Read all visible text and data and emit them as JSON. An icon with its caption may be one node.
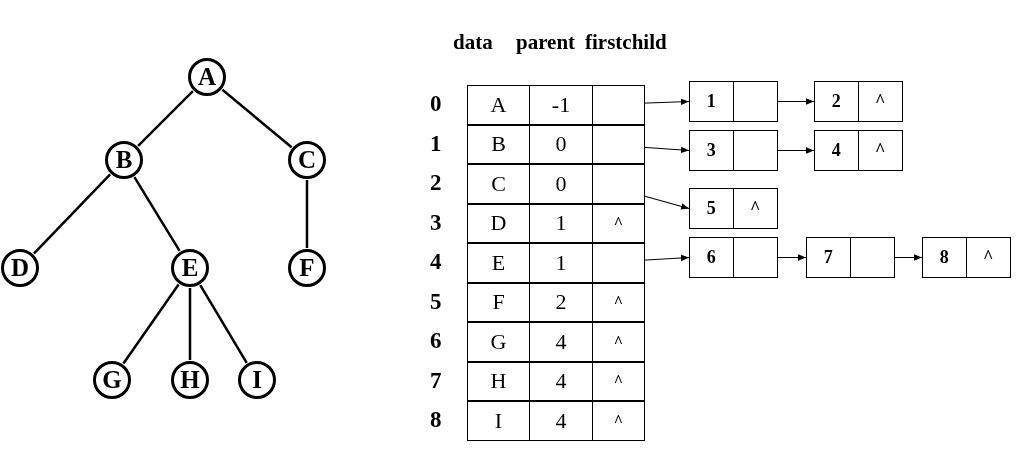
{
  "diagram": {
    "nodes": [
      {
        "text": [
          "A"
        ]
      },
      {
        "text": [
          "B"
        ]
      },
      {
        "text": [
          "C"
        ]
      },
      {
        "text": [
          "D"
        ]
      },
      {
        "text": [
          "E"
        ]
      },
      {
        "text": [
          "F"
        ]
      },
      {
        "text": [
          "G"
        ]
      },
      {
        "text": [
          "H"
        ]
      },
      {
        "text": [
          "I"
        ]
      },
      {
        "text": [
          "A",
          "-1"
        ],
        "beside": [
          "0"
        ]
      },
      {
        "text": [
          "B",
          "0"
        ],
        "beside": [
          "1"
        ]
      },
      {
        "text": [
          "C",
          "0"
        ],
        "beside": [
          "2"
        ]
      },
      {
        "text": [
          "D",
          "1",
          "^"
        ],
        "beside": [
          "3"
        ]
      },
      {
        "text": [
          "E",
          "1"
        ],
        "beside": [
          "4"
        ]
      },
      {
        "text": [
          "F",
          "2",
          "^"
        ],
        "beside": [
          "5"
        ]
      },
      {
        "text": [
          "G",
          "4",
          "^"
        ],
        "beside": [
          "6"
        ]
      },
      {
        "text": [
          "H",
          "4",
          "^"
        ],
        "beside": [
          "7"
        ]
      },
      {
        "text": [
          "I",
          "4",
          "^"
        ],
        "beside": [
          "8"
        ]
      },
      {
        "text": [
          "1"
        ]
      },
      {
        "text": [
          "2",
          "^"
        ]
      },
      {
        "text": [
          "3"
        ]
      },
      {
        "text": [
          "4",
          "^"
        ]
      },
      {
        "text": [
          "5",
          "^"
        ]
      },
      {
        "text": [
          "6"
        ]
      },
      {
        "text": [
          "7"
        ]
      },
      {
        "text": [
          "8",
          "^"
        ]
      }
    ],
    "edges": [
      {
        "from": 0,
        "to": 1,
        "arrow": "none"
      },
      {
        "from": 0,
        "to": 2,
        "arrow": "none"
      },
      {
        "from": 1,
        "to": 3,
        "arrow": "none"
      },
      {
        "from": 1,
        "to": 4,
        "arrow": "none"
      },
      {
        "from": 2,
        "to": 5,
        "arrow": "none"
      },
      {
        "from": 4,
        "to": 6,
        "arrow": "none"
      },
      {
        "from": 4,
        "to": 7,
        "arrow": "none"
      },
      {
        "from": 4,
        "to": 8,
        "arrow": "none"
      },
      {
        "from": 9,
        "to": 18,
        "arrow": "to"
      },
      {
        "from": 18,
        "to": 19,
        "arrow": "to"
      },
      {
        "from": 10,
        "to": 20,
        "arrow": "to"
      },
      {
        "from": 20,
        "to": 21,
        "arrow": "to"
      },
      {
        "from": 11,
        "to": 22,
        "arrow": "to"
      },
      {
        "from": 13,
        "to": 23,
        "arrow": "to"
      },
      {
        "from": 23,
        "to": 24,
        "arrow": "to"
      },
      {
        "from": 24,
        "to": 25,
        "arrow": "to"
      }
    ],
    "labels": [
      "data",
      "parent",
      "firstchild"
    ]
  }
}
